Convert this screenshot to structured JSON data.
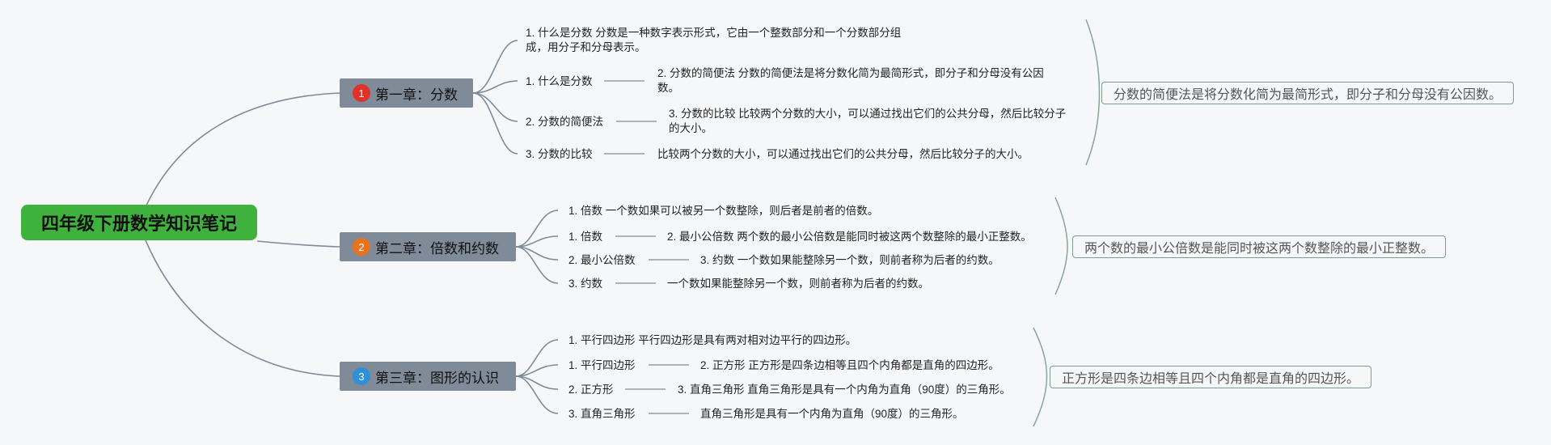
{
  "root": {
    "title": "四年级下册数学知识笔记"
  },
  "chapters": [
    {
      "badge": "1",
      "badge_color": "#e0312a",
      "title": "第一章：分数",
      "lines": [
        "1. 什么是分数 分数是一种数字表示形式，它由一个整数部分和一个分数部分组成，用分子和分母表示。",
        "1. 什么是分数",
        "2. 分数的简便法 分数的简便法是将分数化简为最简形式，即分子和分母没有公因数。",
        "2. 分数的简便法",
        "3. 分数的比较 比较两个分数的大小，可以通过找出它们的公共分母，然后比较分子的大小。",
        "3. 分数的比较",
        "比较两个分数的大小，可以通过找出它们的公共分母，然后比较分子的大小。"
      ],
      "summary": "分数的简便法是将分数化简为最简形式，即分子和分母没有公因数。"
    },
    {
      "badge": "2",
      "badge_color": "#e8731f",
      "title": "第二章：倍数和约数",
      "lines": [
        "1. 倍数 一个数如果可以被另一个数整除，则后者是前者的倍数。",
        "1. 倍数",
        "2. 最小公倍数 两个数的最小公倍数是能同时被这两个数整除的最小正整数。",
        "2. 最小公倍数",
        "3. 约数 一个数如果能整除另一个数，则前者称为后者的约数。",
        "3. 约数",
        "一个数如果能整除另一个数，则前者称为后者的约数。"
      ],
      "summary": "两个数的最小公倍数是能同时被这两个数整除的最小正整数。"
    },
    {
      "badge": "3",
      "badge_color": "#2f8fd8",
      "title": "第三章：图形的认识",
      "lines": [
        "1. 平行四边形 平行四边形是具有两对相对边平行的四边形。",
        "1. 平行四边形",
        "2. 正方形 正方形是四条边相等且四个内角都是直角的四边形。",
        "2. 正方形",
        "3. 直角三角形 直角三角形是具有一个内角为直角（90度）的三角形。",
        "3. 直角三角形",
        "直角三角形是具有一个内角为直角（90度）的三角形。"
      ],
      "summary": "正方形是四条边相等且四个内角都是直角的四边形。"
    }
  ]
}
